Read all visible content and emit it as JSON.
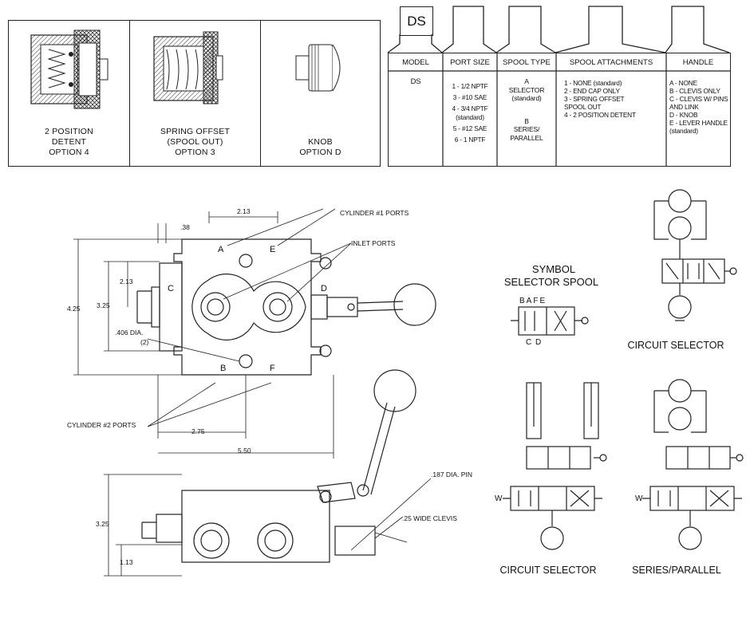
{
  "options": [
    {
      "lines": [
        "2 POSITION",
        "DETENT",
        "OPTION 4"
      ]
    },
    {
      "lines": [
        "SPRING OFFSET",
        "(SPOOL OUT)",
        "OPTION 3"
      ]
    },
    {
      "lines": [
        "KNOB",
        "OPTION D"
      ]
    }
  ],
  "order_code": {
    "model_code": "DS",
    "columns": [
      {
        "header": "MODEL",
        "items": [
          "DS"
        ]
      },
      {
        "header": "PORT SIZE",
        "items": [
          "1 - 1/2 NPTF",
          "3 - #10 SAE",
          "4 - 3/4 NPTF (standard)",
          "5 - #12 SAE",
          "6 - 1 NPTF"
        ]
      },
      {
        "header": "SPOOL TYPE",
        "items": [
          "A",
          "SELECTOR",
          "(standard)",
          "B",
          "SERIES/",
          "PARALLEL"
        ]
      },
      {
        "header": "SPOOL ATTACHMENTS",
        "items": [
          "1 - NONE (standard)",
          "2 - END CAP ONLY",
          "3 - SPRING OFFSET SPOOL OUT",
          "4 - 2 POSITION DETENT"
        ]
      },
      {
        "header": "HANDLE",
        "items": [
          "A - NONE",
          "B - CLEVIS ONLY",
          "C - CLEVIS W/ PINS AND LINK",
          "D - KNOB",
          "E - LEVER HANDLE (standard)"
        ]
      }
    ]
  },
  "drawing": {
    "dim_213_top": "2.13",
    "dim_38": ".38",
    "cyl1_label": "CYLINDER #1 PORTS",
    "inlet_label": "INLET PORTS",
    "dim_425": "4.25",
    "dim_325": "3.25",
    "dim_213_side": "2.13",
    "dia_406": ".406 DIA.",
    "dia_406_qty": "(2)",
    "port_a": "A",
    "port_e": "E",
    "port_c": "C",
    "port_d": "D",
    "port_b": "B",
    "port_f": "F",
    "cyl2_label": "CYLINDER #2 PORTS",
    "dim_275": "2.75",
    "dim_550": "5.50",
    "dim_325_side": "3.25",
    "dim_113": "1.13",
    "pin_label": ".187 DIA. PIN",
    "clevis_label": ".25 WIDE CLEVIS"
  },
  "symbols": {
    "symbol_title_1": "SYMBOL",
    "symbol_title_2": "SELECTOR SPOOL",
    "spool_top_letters": "BAFE",
    "spool_bottom_letters": "C D",
    "circuit_selector_right": "CIRCUIT SELECTOR",
    "circuit_selector_bottom": "CIRCUIT SELECTOR",
    "series_parallel": "SERIES/PARALLEL",
    "w_left": "W",
    "w_right": "W"
  }
}
